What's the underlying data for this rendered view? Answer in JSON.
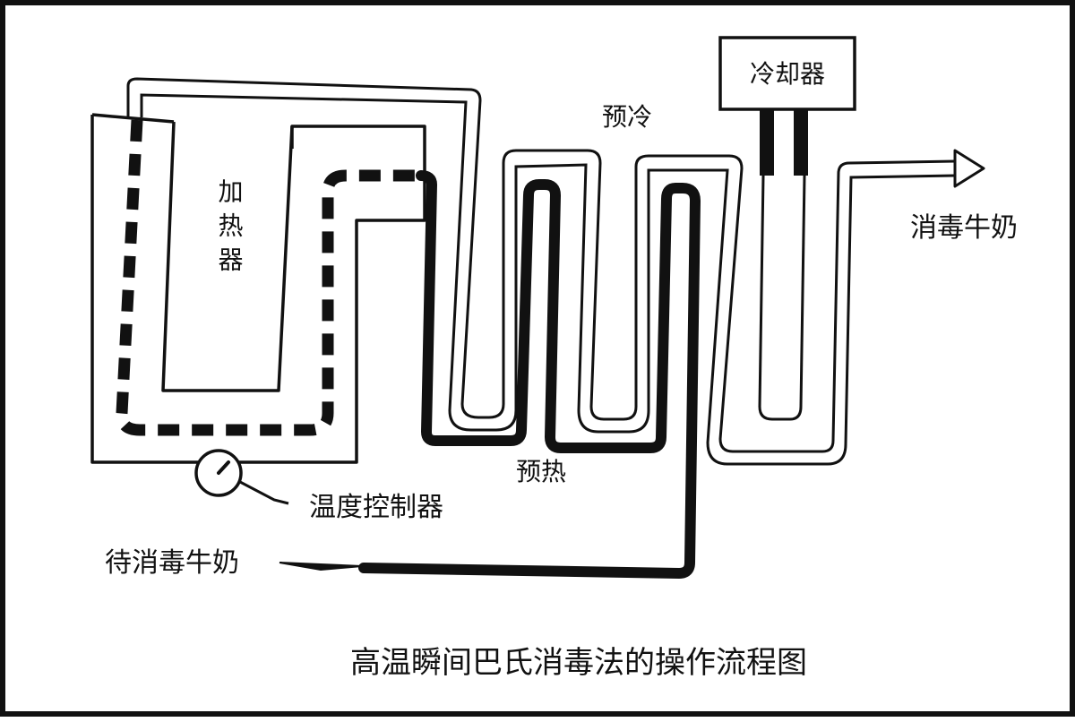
{
  "diagram": {
    "title": "高温瞬间巴氏消毒法的操作流程图",
    "labels": {
      "heater": "加热器",
      "preheat": "预热",
      "precool": "预冷",
      "cooler": "冷却器",
      "thermostat": "温度控制器",
      "raw_milk": "待消毒牛奶",
      "sterilized_milk": "消毒牛奶"
    },
    "colors": {
      "line": "#111111",
      "background": "#ffffff"
    }
  }
}
